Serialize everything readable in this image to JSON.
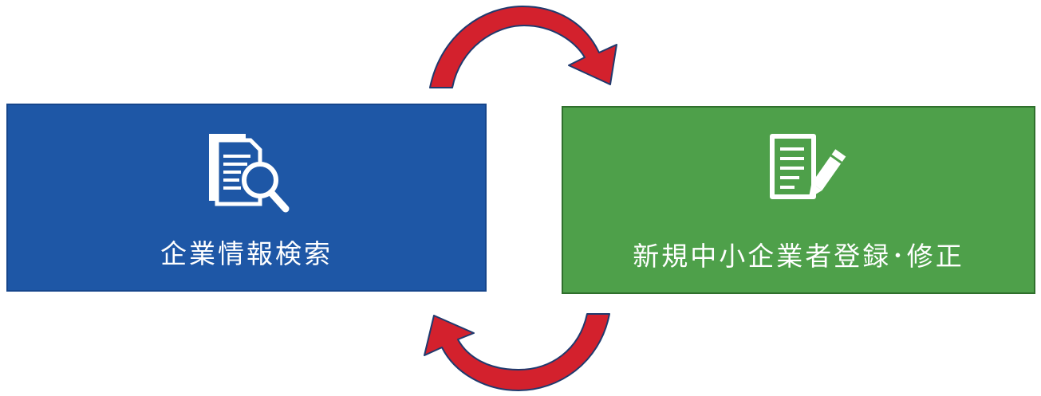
{
  "panels": {
    "search": {
      "label": "企業情報検索",
      "icon": "document-search-icon",
      "color": "#1e57a6"
    },
    "register": {
      "label": "新規中小企業者登録･修正",
      "icon": "document-edit-icon",
      "color": "#4ea04a"
    }
  },
  "arrows": {
    "color": "#d3212d",
    "outline": "#1f3a6e",
    "top_direction": "search-to-register",
    "bottom_direction": "register-to-search"
  }
}
